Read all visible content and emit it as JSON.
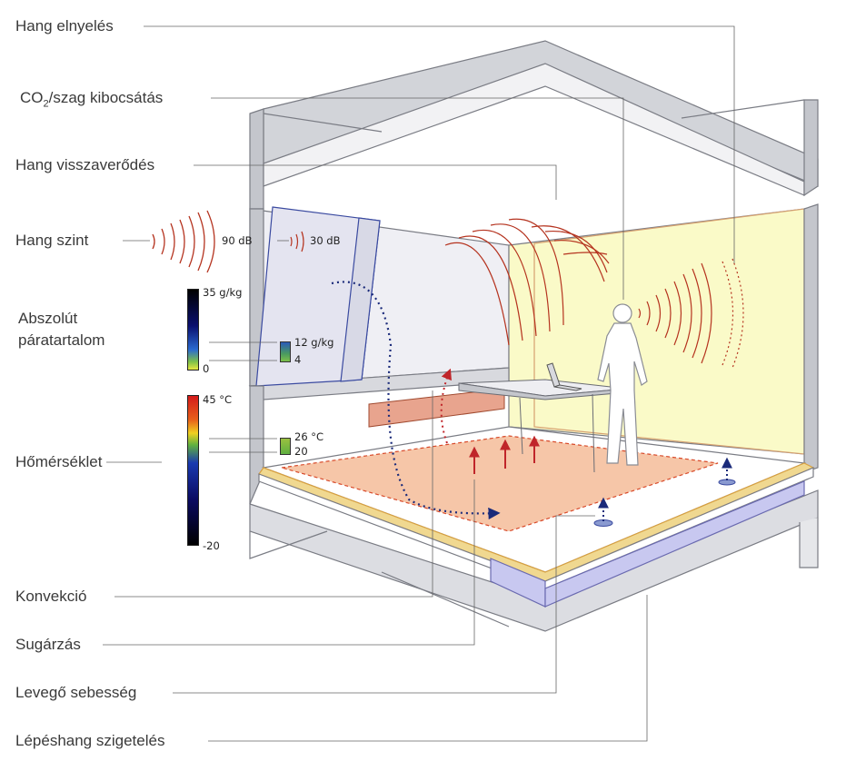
{
  "labels": {
    "hang_elnyeles": "Hang elnyelés",
    "co2_prefix": "CO",
    "co2_sub": "2",
    "co2_suffix": "/szag kibocsátás",
    "hang_visszaverodes": "Hang visszaverődés",
    "hang_szint": "Hang szint",
    "abszolut_line1": "Abszolút",
    "abszolut_line2": "páratartalom",
    "homerseklet": "Hőmérséklet",
    "konvekcio": "Konvekció",
    "sugarzas": "Sugárzás",
    "levego_sebesseg": "Levegő sebesség",
    "lepeshang": "Lépéshang szigetelés"
  },
  "sound_level": {
    "outside": "90 dB",
    "inside": "30 dB"
  },
  "humidity_scale": {
    "max": "35 g/kg",
    "min": "0",
    "value_high": "12 g/kg",
    "value_low": "4"
  },
  "temperature_scale": {
    "max": "45 °C",
    "min": "-20",
    "value_high": "26 °C",
    "value_low": "20"
  },
  "colors": {
    "sound_waves": "#b5331f",
    "yellow_wall": "#fafac8",
    "floor_radiant": "#f6c6a8",
    "airflow_arrows": "#1a2a7a",
    "radiation_arrows": "#c0252a",
    "insulation_blue": "#c8c8f0",
    "wall_grey": "#c8c9cf"
  }
}
